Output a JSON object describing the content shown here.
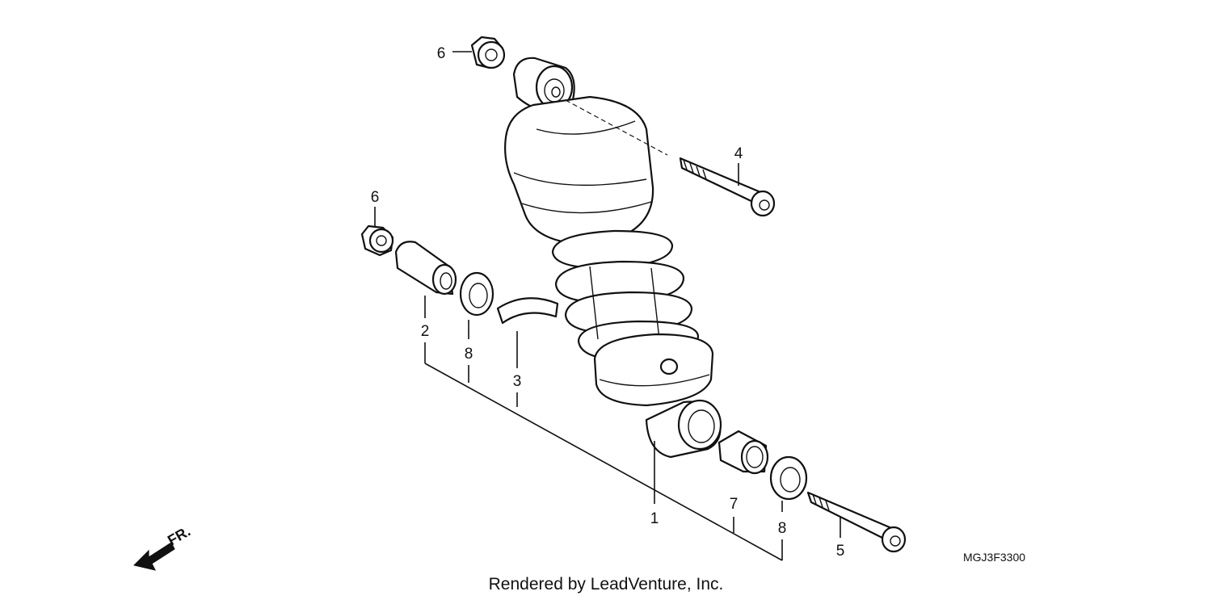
{
  "labels": {
    "p1": "1",
    "p2": "2",
    "p3": "3",
    "p4": "4",
    "p5": "5",
    "p6_top": "6",
    "p6_left": "6",
    "p7": "7",
    "p8_left": "8",
    "p8_right": "8"
  },
  "diagram_code": "MGJ3F3300",
  "credit": "Rendered by LeadVenture, Inc.",
  "direction": {
    "label": "FR.",
    "icon": "front-direction-arrow-icon"
  }
}
